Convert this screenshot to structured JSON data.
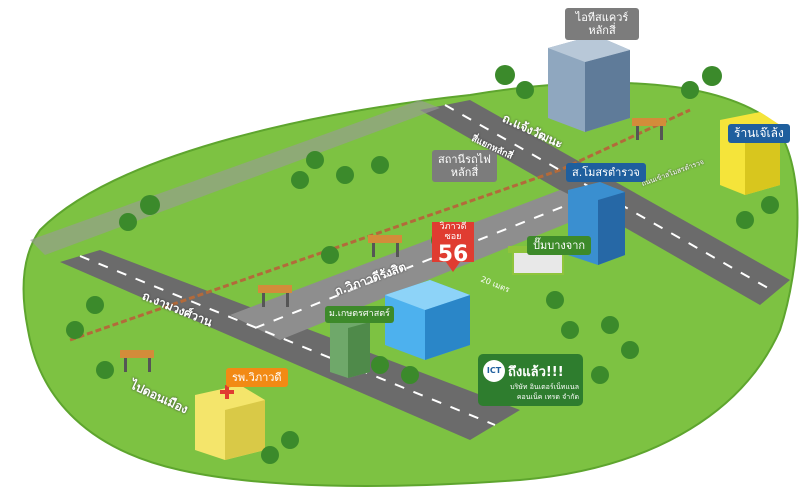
{
  "labels": {
    "it_square": "ไอทีสแควร์\nหลักสี่",
    "j_store": "ร้านเจ๊เล้ง",
    "train_station": "สถานีรถไฟ\nหลักสี่",
    "police": "ส.โมสรตำรวจ",
    "vibhavadi_soi": "วิภาวดีซอย",
    "soi_number": "56",
    "gas_station": "ปั๊มบางจาก",
    "kasetsart": "ม.เกษตรศาสตร์",
    "hospital": "รพ.วิภาวดี",
    "arrived": "ถึงแล้ว!!!",
    "company": "บริษัท อินเตอร์เน็ทแนล\nคอนเน็ค เทรด จำกัด",
    "logo": "ICT",
    "distance": "20 เมตร"
  },
  "roads": {
    "chaengwattana": "ถ.แจ้งวัฒนะ",
    "ngamwongwan": "ถ.งามวงศ์วาน",
    "vibhavadi": "ถ.วิภาวดีรังสิต",
    "to_donmueang": "ไปดอนเมือง",
    "lak_si_junction": "สี่แยกหลักสี่",
    "police_road": "ถนนเข้าสโมสรตำรวจ"
  },
  "colors": {
    "grass": "#7dc242",
    "road": "#6b6b6b",
    "accent_red": "#e03c31",
    "label_gray": "#7c7c7c",
    "label_blue": "#1f5f9e",
    "label_green": "#3d8a2a",
    "label_orange": "#f28a14"
  }
}
